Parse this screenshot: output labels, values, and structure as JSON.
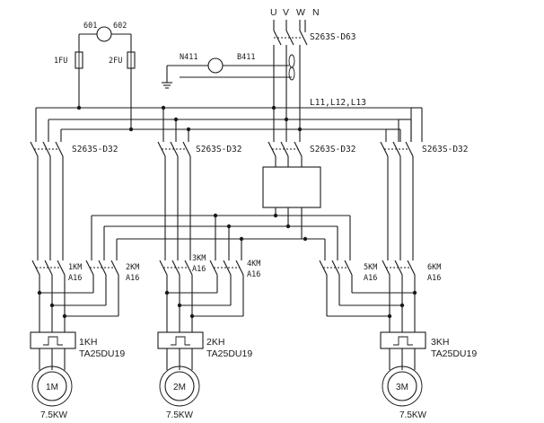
{
  "supply": {
    "phases": [
      "U",
      "V",
      "W",
      "N"
    ],
    "main_breaker": "S263S-D63",
    "bus_label": "L11,L12,L13"
  },
  "meter": {
    "left_terminal": "601",
    "right_terminal": "602",
    "fuse_left": "1FU",
    "fuse_right": "2FU"
  },
  "ammeter": {
    "left_terminal": "N411",
    "right_terminal": "B411"
  },
  "breakers": {
    "left": "S263S-D32",
    "mid": "S263S-D32",
    "center": "S263S-D32",
    "right": "S263S-D32"
  },
  "contactors": [
    {
      "name": "1KM",
      "rating": "A16"
    },
    {
      "name": "2KM",
      "rating": "A16"
    },
    {
      "name": "3KM",
      "rating": "A16"
    },
    {
      "name": "4KM",
      "rating": "A16"
    },
    {
      "name": "5KM",
      "rating": "A16"
    },
    {
      "name": "6KM",
      "rating": "A16"
    }
  ],
  "overloads": [
    {
      "name": "1KH",
      "model": "TA25DU19"
    },
    {
      "name": "2KH",
      "model": "TA25DU19"
    },
    {
      "name": "3KH",
      "model": "TA25DU19"
    }
  ],
  "motors": [
    {
      "name": "1M",
      "power": "7.5KW"
    },
    {
      "name": "2M",
      "power": "7.5KW"
    },
    {
      "name": "3M",
      "power": "7.5KW"
    }
  ]
}
